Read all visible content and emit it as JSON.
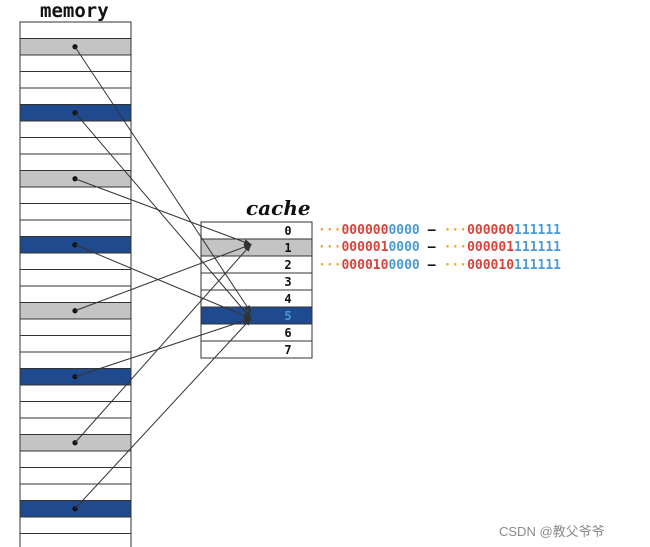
{
  "memory": {
    "title": "memory",
    "row_count": 32,
    "highlight_rows": [
      {
        "row": 1,
        "kind": "gray"
      },
      {
        "row": 5,
        "kind": "blue"
      },
      {
        "row": 9,
        "kind": "gray"
      },
      {
        "row": 13,
        "kind": "blue"
      },
      {
        "row": 17,
        "kind": "gray"
      },
      {
        "row": 21,
        "kind": "blue"
      },
      {
        "row": 25,
        "kind": "gray"
      },
      {
        "row": 29,
        "kind": "blue"
      }
    ]
  },
  "cache": {
    "title": "cache",
    "lines": [
      "0",
      "1",
      "2",
      "3",
      "4",
      "5",
      "6",
      "7"
    ],
    "highlight_lines": [
      {
        "line": 1,
        "kind": "gray"
      },
      {
        "line": 5,
        "kind": "blue"
      }
    ],
    "accent_line_label": 5
  },
  "arrows": [
    {
      "from_row": 1,
      "to_line": 5
    },
    {
      "from_row": 5,
      "to_line": 5
    },
    {
      "from_row": 9,
      "to_line": 1
    },
    {
      "from_row": 13,
      "to_line": 5
    },
    {
      "from_row": 17,
      "to_line": 1
    },
    {
      "from_row": 21,
      "to_line": 5
    },
    {
      "from_row": 25,
      "to_line": 1
    },
    {
      "from_row": 29,
      "to_line": 5
    }
  ],
  "addresses": [
    {
      "prefix": "···",
      "tag": "000000",
      "index": "0000",
      "sep": "—",
      "prefix2": "···",
      "tag2": "000000",
      "index2": "111111"
    },
    {
      "prefix": "···",
      "tag": "000001",
      "index": "0000",
      "sep": "—",
      "prefix2": "···",
      "tag2": "000001",
      "index2": "111111"
    },
    {
      "prefix": "···",
      "tag": "000010",
      "index": "0000",
      "sep": "—",
      "prefix2": "···",
      "tag2": "000010",
      "index2": "111111"
    }
  ],
  "colors": {
    "gray": "#c4c4c4",
    "blue": "#1f4b8e",
    "grid": "#333333",
    "arrow": "#333333",
    "prefix": "#f0a12c",
    "tag": "#d8433b",
    "index": "#4a9ad8",
    "accent_label": "#4a9ad8"
  },
  "watermark": "CSDN @教父爷爷"
}
